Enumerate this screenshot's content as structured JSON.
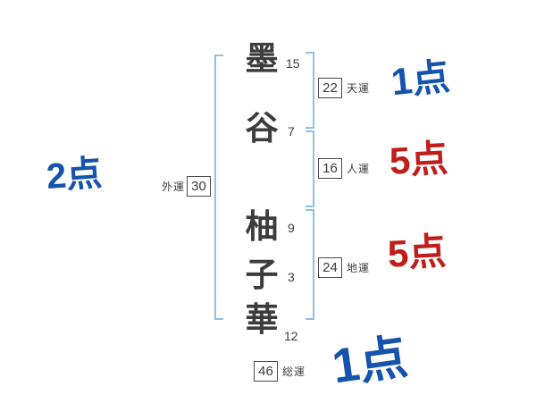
{
  "name": [
    {
      "char": "墨",
      "strokes": "15"
    },
    {
      "char": "谷",
      "strokes": "7"
    },
    {
      "char": "柚",
      "strokes": "9"
    },
    {
      "char": "子",
      "strokes": "3"
    },
    {
      "char": "華",
      "strokes": "12"
    }
  ],
  "fortunes": {
    "ten": {
      "label": "天運",
      "value": "22",
      "score": "1点",
      "score_color": "blue"
    },
    "jin": {
      "label": "人運",
      "value": "16",
      "score": "5点",
      "score_color": "red"
    },
    "chi": {
      "label": "地運",
      "value": "24",
      "score": "5点",
      "score_color": "red"
    },
    "gai": {
      "label": "外運",
      "value": "30",
      "score": "2点",
      "score_color": "blue"
    },
    "sou": {
      "label": "総運",
      "value": "46",
      "score": "1点",
      "score_color": "blue"
    }
  },
  "colors": {
    "score_blue": "#1553ad",
    "score_red": "#c01e1c",
    "bracket_blue": "#8cc3e2",
    "ink": "#3c3c3c"
  }
}
